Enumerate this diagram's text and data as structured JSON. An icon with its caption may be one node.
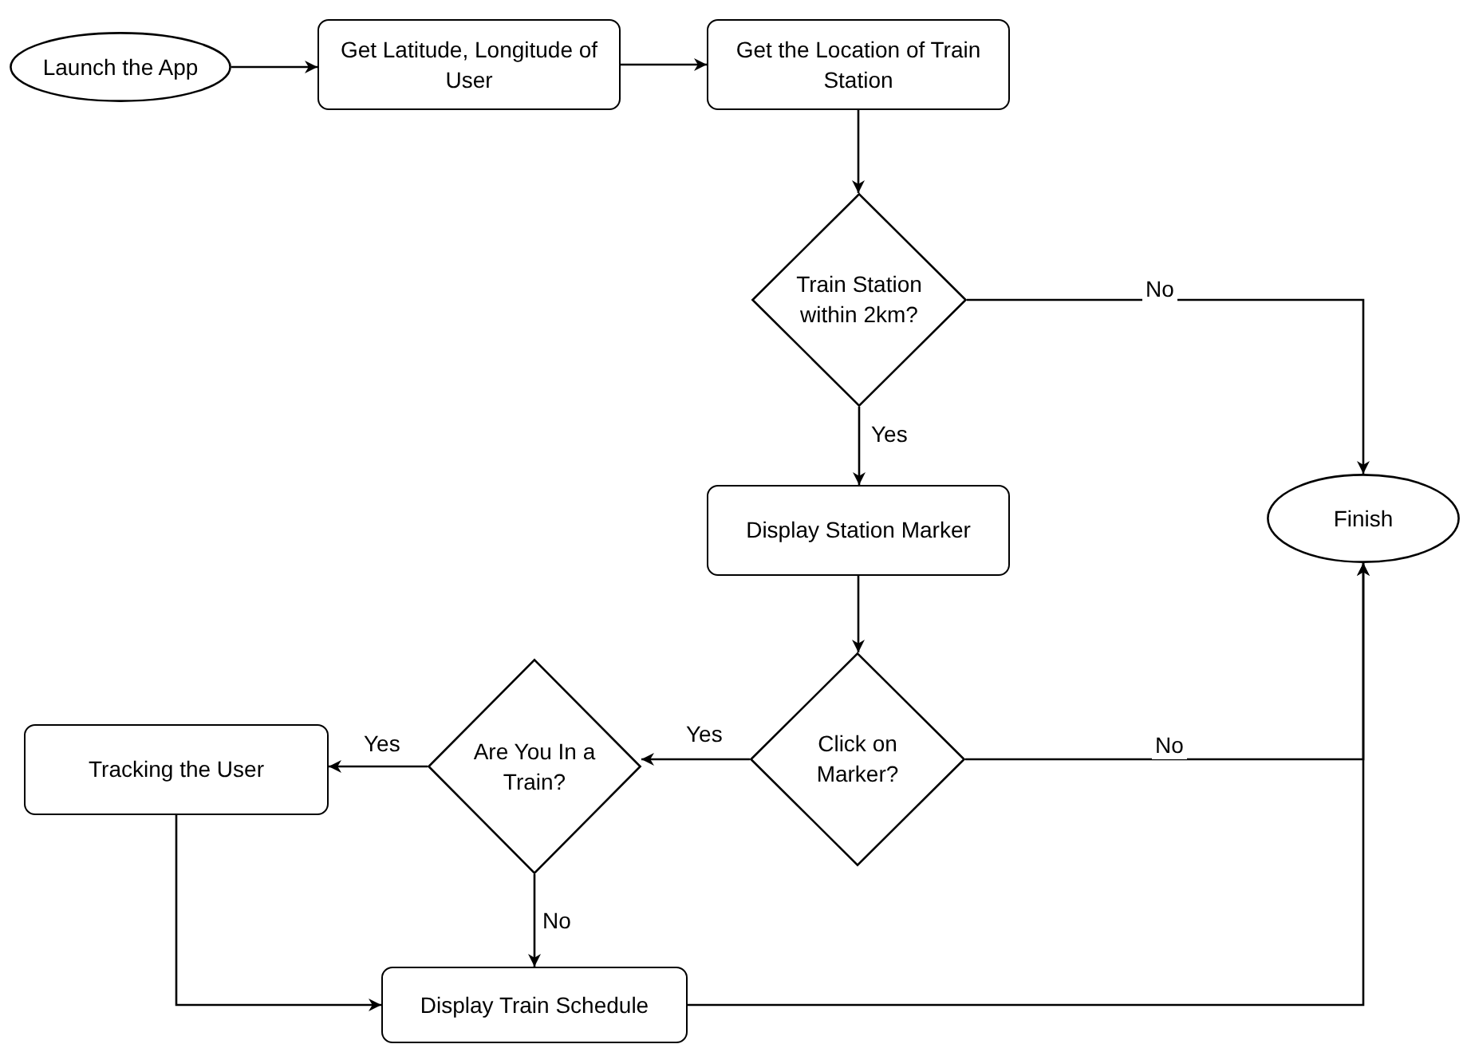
{
  "diagram": {
    "nodes": [
      {
        "text": [
          "Launch the App"
        ]
      },
      {
        "text": [
          "Get Latitude, Longitude of User"
        ]
      },
      {
        "text": [
          "Get the Location of Train Station"
        ]
      },
      {
        "text": [
          "Train Station within 2km?"
        ]
      },
      {
        "text": [
          "Display Station Marker"
        ]
      },
      {
        "text": [
          "Finish"
        ]
      },
      {
        "text": [
          "Click on Marker?"
        ]
      },
      {
        "text": [
          "Are You In a Train?"
        ]
      },
      {
        "text": [
          "Tracking the User"
        ]
      },
      {
        "text": [
          "Display Train Schedule"
        ]
      }
    ],
    "edges": [
      {
        "from": 0,
        "to": 1,
        "arrow": "to"
      },
      {
        "from": 1,
        "to": 2,
        "arrow": "to"
      },
      {
        "from": 2,
        "to": 3,
        "arrow": "to"
      },
      {
        "from": 3,
        "to": 5,
        "arrow": "to",
        "label": "No"
      },
      {
        "from": 3,
        "to": 4,
        "arrow": "to",
        "label": "Yes"
      },
      {
        "from": 4,
        "to": 6,
        "arrow": "to"
      },
      {
        "from": 6,
        "to": 5,
        "arrow": "to",
        "label": "No"
      },
      {
        "from": 6,
        "to": 7,
        "arrow": "to",
        "label": "Yes"
      },
      {
        "from": 7,
        "to": 8,
        "arrow": "to",
        "label": "Yes"
      },
      {
        "from": 7,
        "to": 9,
        "arrow": "to",
        "label": "No"
      },
      {
        "from": 8,
        "to": 9,
        "arrow": "to"
      },
      {
        "from": 9,
        "to": 5,
        "arrow": "to"
      }
    ]
  }
}
